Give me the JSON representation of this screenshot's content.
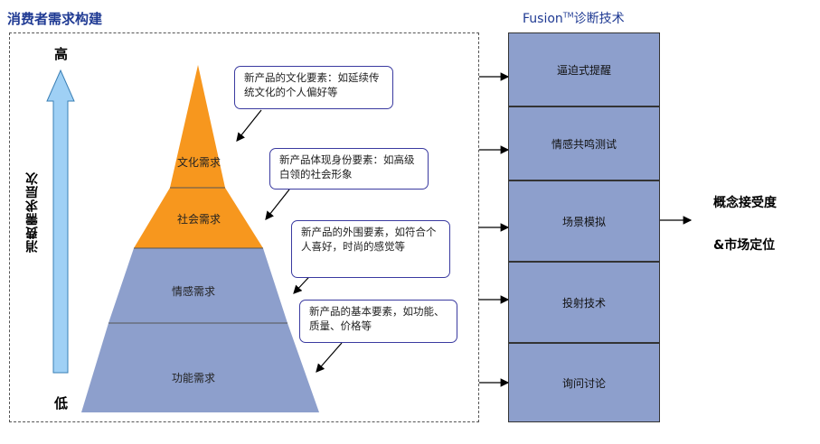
{
  "left_title": "消费者需求构建",
  "right_title": {
    "main": "Fusion",
    "sup": "TM",
    "suffix": "诊断技术"
  },
  "axis": {
    "high": "高",
    "low": "低",
    "label": "消费需求层次"
  },
  "pyramid": [
    {
      "label": "文化需求",
      "color": "#f7971e"
    },
    {
      "label": "社会需求",
      "color": "#f7971e"
    },
    {
      "label": "情感需求",
      "color": "#8d9fcc"
    },
    {
      "label": "功能需求",
      "color": "#8d9fcc"
    }
  ],
  "callouts": [
    "新产品的文化要素：如延续传统文化的个人偏好等",
    "新产品体现身份要素：如高级白领的社会形象",
    "新产品的外围要素，如符合个人喜好，时尚的感觉等",
    "新产品的基本要素，如功能、质量、价格等"
  ],
  "steps": [
    "逼迫式提醒",
    "情感共鸣测试",
    "场景模拟",
    "投射技术",
    "询问讨论"
  ],
  "result": {
    "line1": "概念接受度",
    "line2": "&市场定位"
  },
  "colors": {
    "orange": "#f7971e",
    "blue_gray": "#8d9fcc",
    "arrow_fill": "#9fd0f5",
    "title": "#1f3a93"
  }
}
